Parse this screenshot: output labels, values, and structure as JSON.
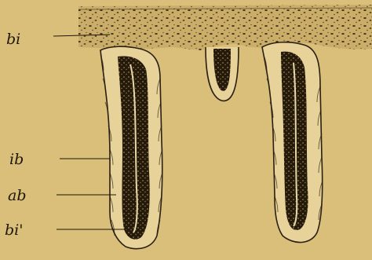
{
  "figure": {
    "labels": {
      "bi": "bi",
      "ib": "ib",
      "ab": "ab",
      "bi_prime": "bi'"
    }
  },
  "colors": {
    "paper": "#d9bf7a",
    "ink": "#1e1608",
    "connective_tissue": "#c9ad68",
    "dark_layer": "#2a1f10"
  }
}
